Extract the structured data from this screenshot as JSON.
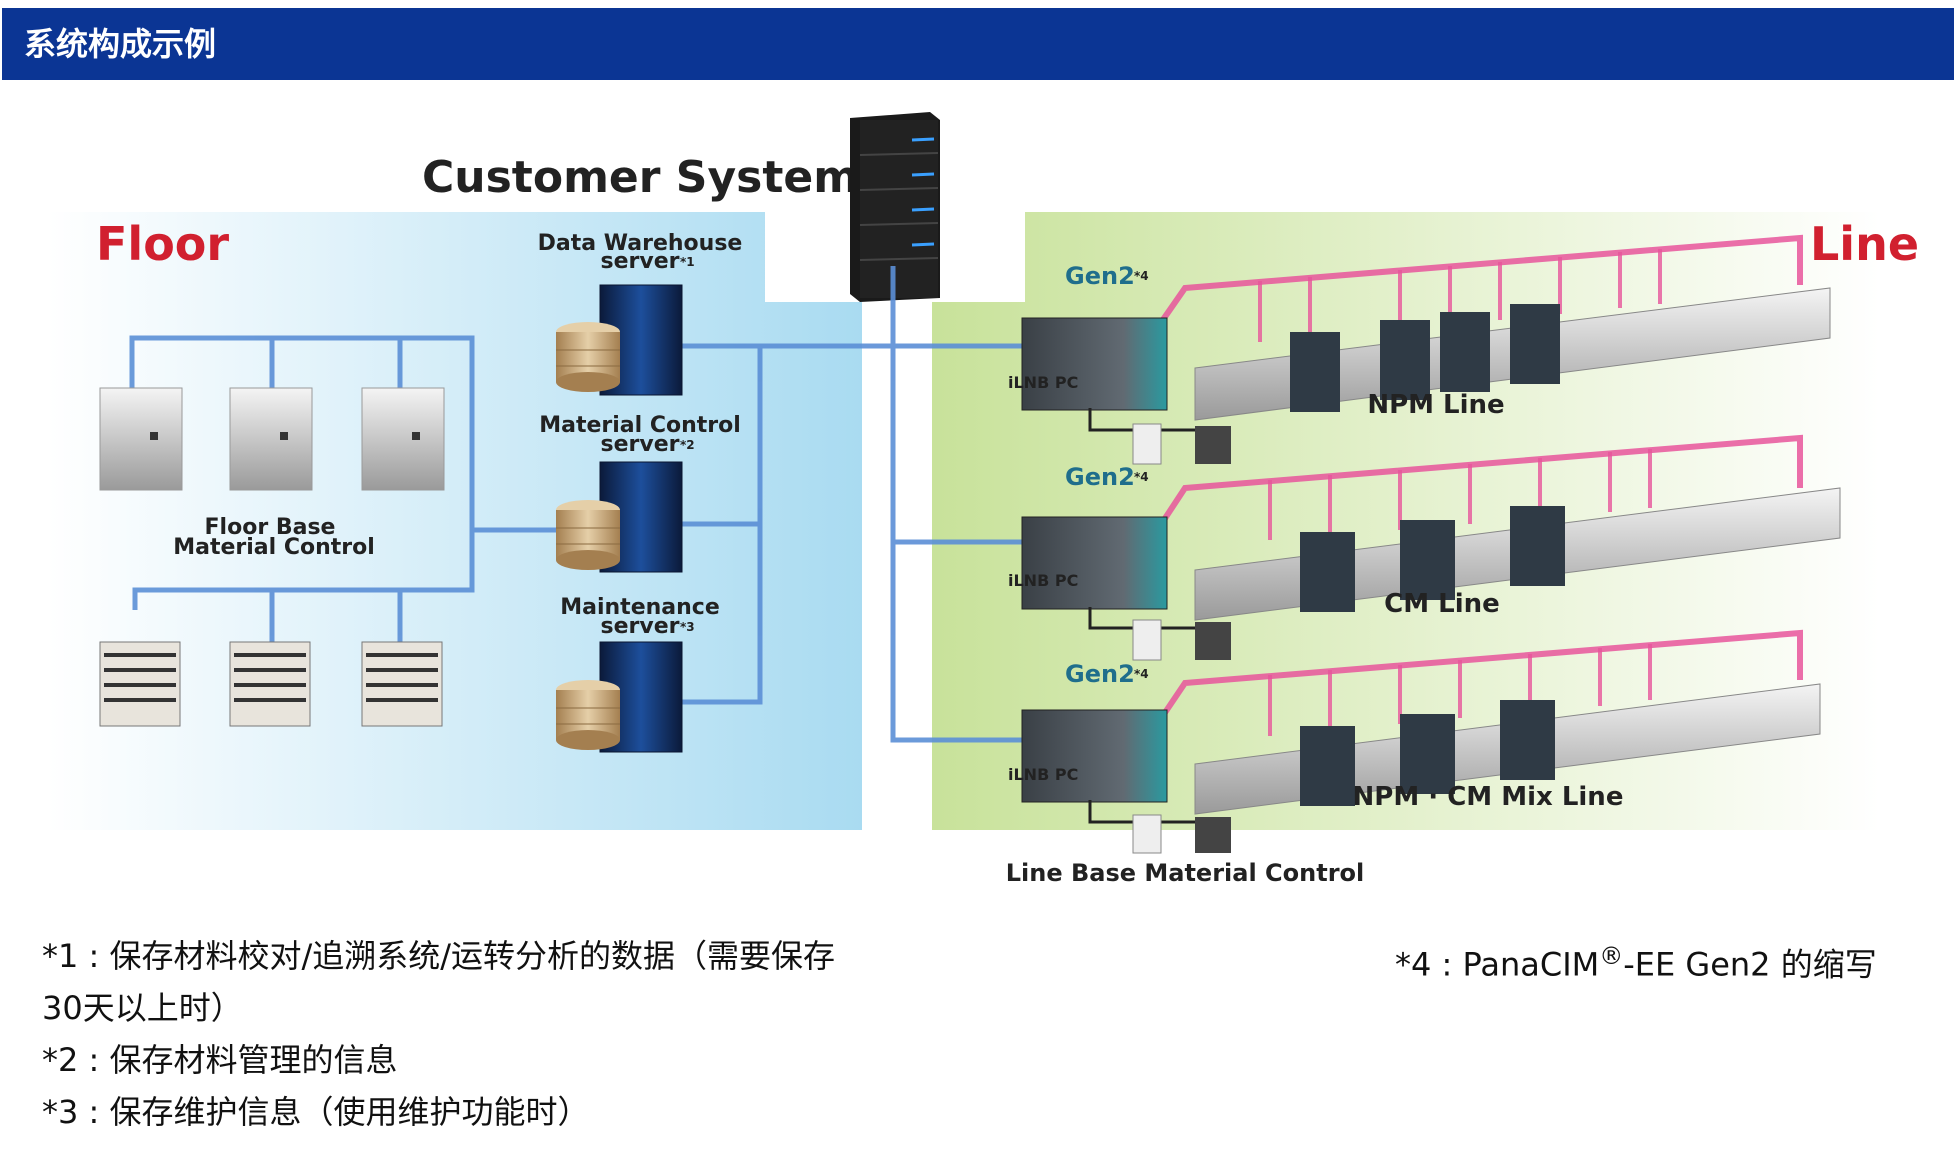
{
  "header": {
    "title": "系统构成示例"
  },
  "diagram": {
    "customer_system": "Customer System",
    "floor": {
      "title": "Floor",
      "base_label_line1": "Floor Base",
      "base_label_line2": "Material Control"
    },
    "servers": [
      {
        "line1": "Data Warehouse",
        "line2": "server",
        "mark": "*1"
      },
      {
        "line1": "Material Control",
        "line2": "server",
        "mark": "*2"
      },
      {
        "line1": "Maintenance",
        "line2": "server",
        "mark": "*3"
      }
    ],
    "line": {
      "title": "Line",
      "gen_label": "Gen2",
      "gen_mark": "*4",
      "pc_label": "iLNB PC",
      "lines": [
        "NPM Line",
        "CM Line",
        "NPM · CM Mix Line"
      ],
      "base_label": "Line Base Material Control"
    }
  },
  "notes": {
    "n1_line1": "*1 : 保存材料校对/追溯系统/运转分析的数据（需要保存",
    "n1_line2": "30天以上时）",
    "n2": "*2 : 保存材料管理的信息",
    "n3": "*3 : 保存维护信息（使用维护功能时）",
    "n4_prefix": "*4 : PanaCIM",
    "n4_reg": "®",
    "n4_suffix": "-EE Gen2 的缩写"
  },
  "colors": {
    "header_bg": "#0b3594",
    "floor_accent": "#d1202f",
    "line_accent": "#d1202f",
    "network": "#5b8fd6",
    "line_signal": "#e8559b",
    "gen2_label": "#1f6e8c"
  }
}
